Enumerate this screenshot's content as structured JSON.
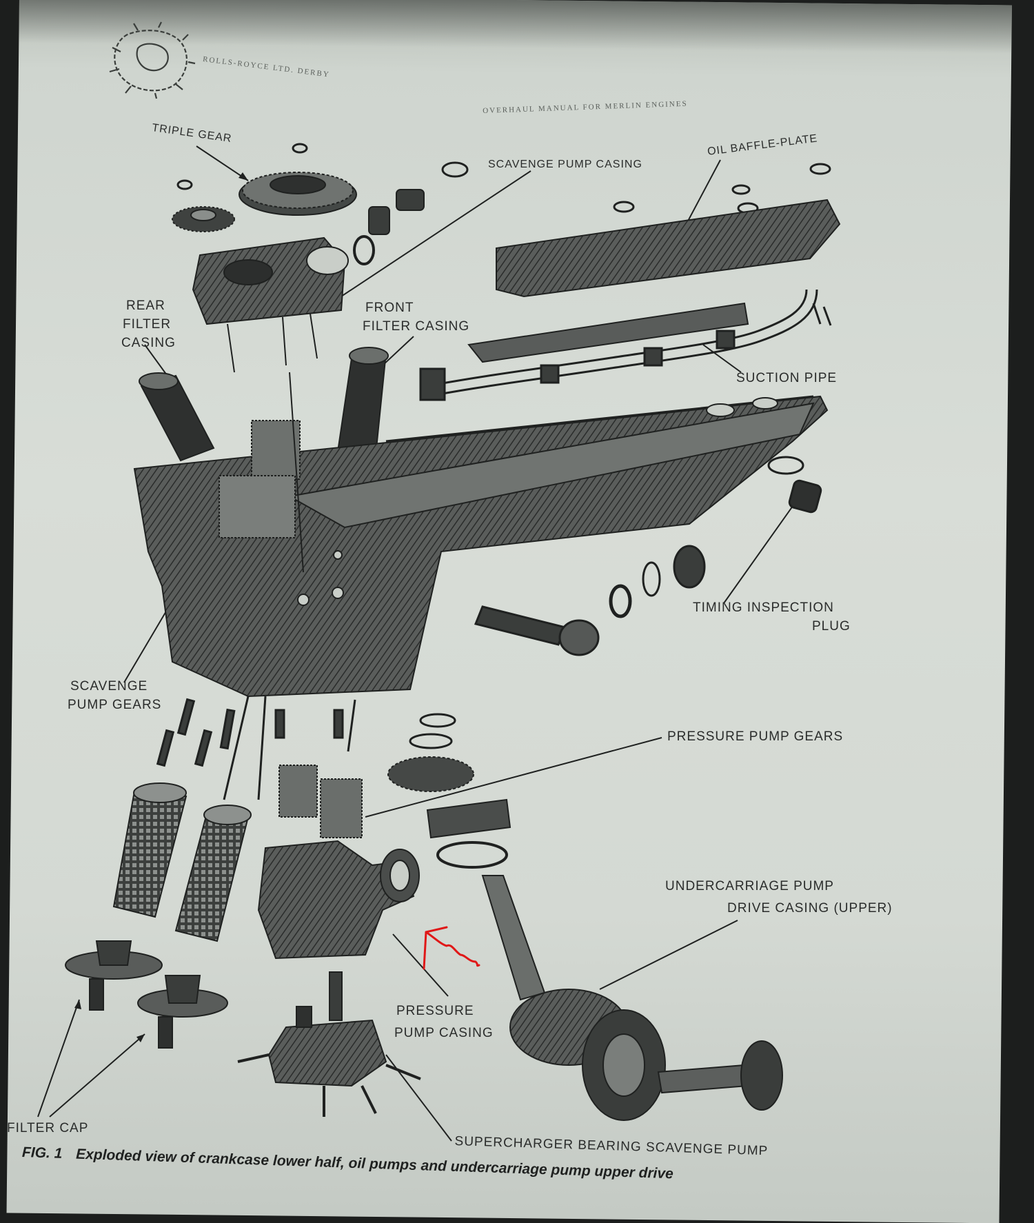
{
  "header": {
    "running_head_left": "ROLLS-ROYCE LTD. DERBY",
    "running_head_right": "OVERHAUL MANUAL FOR MERLIN ENGINES"
  },
  "labels": {
    "triple_gear": "TRIPLE GEAR",
    "scavenge_pump_casing": "SCAVENGE PUMP CASING",
    "oil_baffle_plate": "OIL BAFFLE-PLATE",
    "rear_filter_casing_1": "REAR",
    "rear_filter_casing_2": "FILTER",
    "rear_filter_casing_3": "CASING",
    "front_filter_casing_1": "FRONT",
    "front_filter_casing_2": "FILTER CASING",
    "suction_pipe": "SUCTION PIPE",
    "timing_inspection_plug_1": "TIMING INSPECTION",
    "timing_inspection_plug_2": "PLUG",
    "scavenge_pump_gears_1": "SCAVENGE",
    "scavenge_pump_gears_2": "PUMP GEARS",
    "pressure_pump_gears": "PRESSURE PUMP GEARS",
    "undercarriage_casing_1": "UNDERCARRIAGE PUMP",
    "undercarriage_casing_2": "DRIVE CASING (UPPER)",
    "pressure_pump_casing_1": "PRESSURE",
    "pressure_pump_casing_2": "PUMP CASING",
    "filter_cap": "FILTER CAP",
    "supercharger_bearing": "SUPERCHARGER BEARING SCAVENGE PUMP"
  },
  "caption": {
    "fig": "FIG. 1",
    "text": "Exploded view of crankcase lower half, oil pumps and undercarriage pump upper drive"
  },
  "colors": {
    "paper": "#d6dbd5",
    "ink": "#2a2c2b",
    "annotation_arrow": "#e01818"
  }
}
